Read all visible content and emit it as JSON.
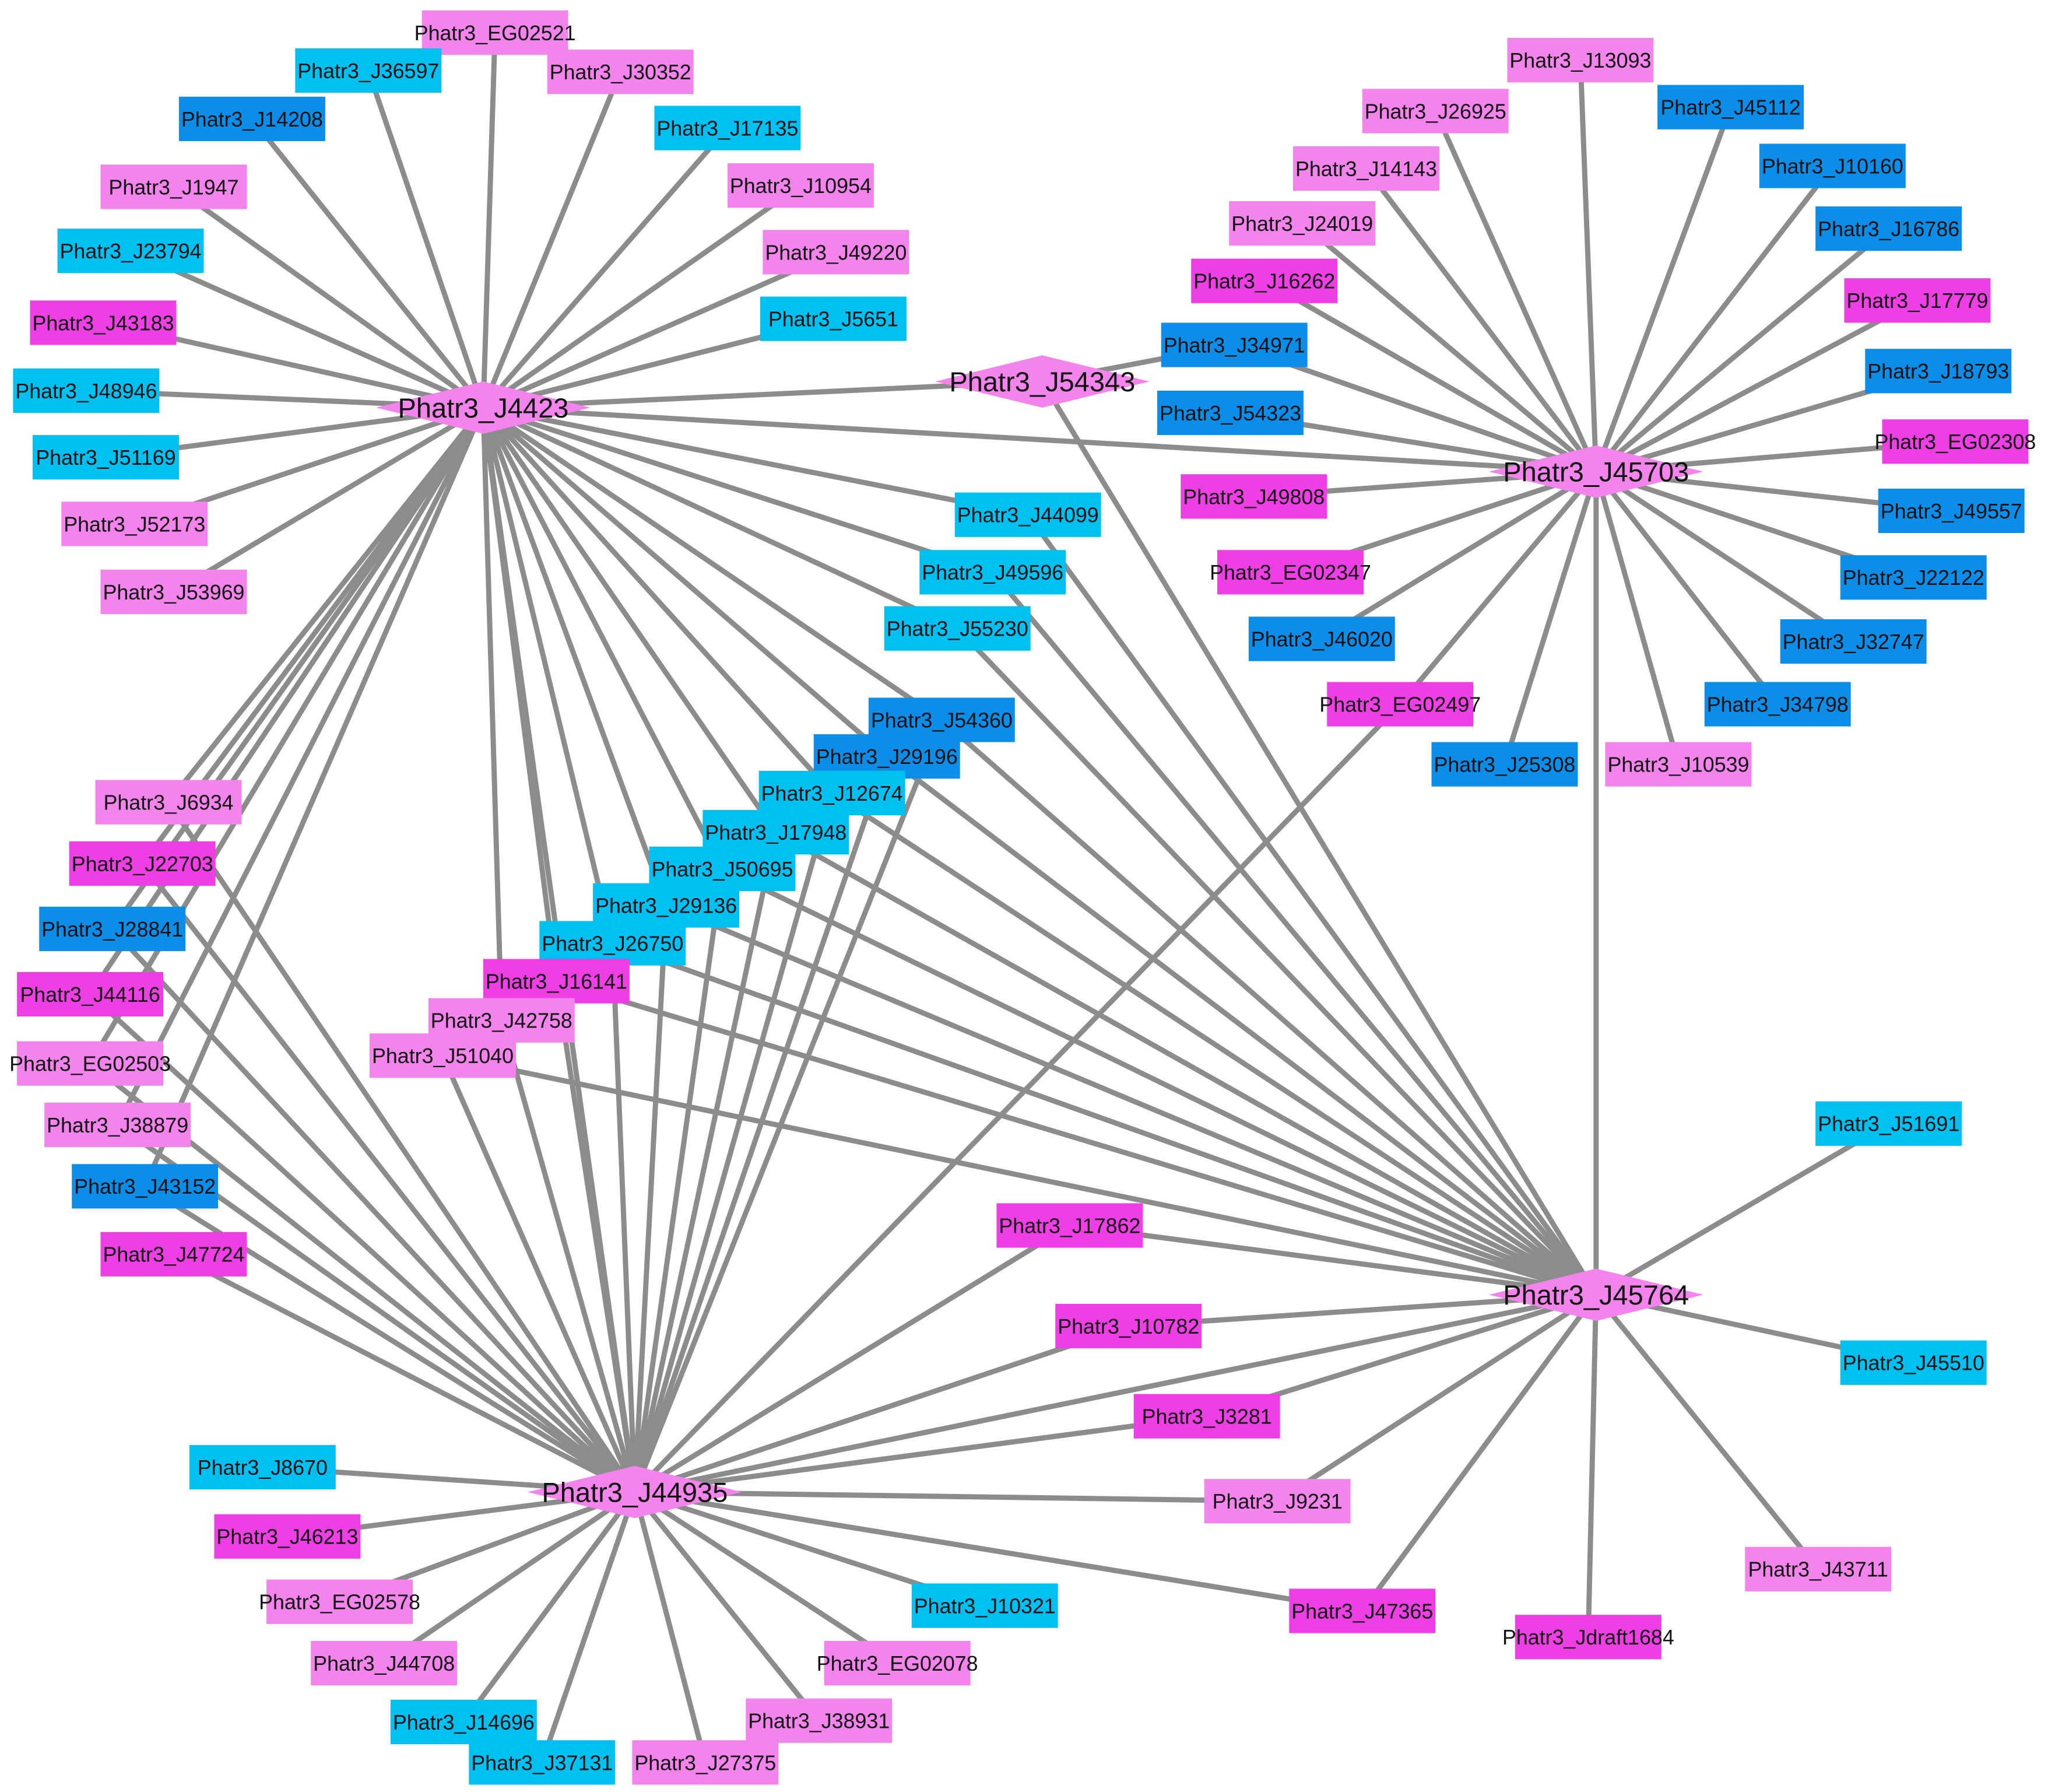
{
  "colors": {
    "edge": "#8c8c8c",
    "hub": "#f284ec",
    "light_pink": "#f284ec",
    "magenta": "#ee3fe4",
    "cyan": "#00c0f2",
    "blue": "#0c8de7"
  },
  "hubs": [
    {
      "id": "Phatr3_J4423"
    },
    {
      "id": "Phatr3_J54343"
    },
    {
      "id": "Phatr3_J45703"
    },
    {
      "id": "Phatr3_J45764"
    },
    {
      "id": "Phatr3_J44935"
    }
  ],
  "nodes": [
    {
      "id": "Phatr3_EG02521",
      "color": "light_pink"
    },
    {
      "id": "Phatr3_J36597",
      "color": "cyan"
    },
    {
      "id": "Phatr3_J30352",
      "color": "light_pink"
    },
    {
      "id": "Phatr3_J14208",
      "color": "blue"
    },
    {
      "id": "Phatr3_J17135",
      "color": "cyan"
    },
    {
      "id": "Phatr3_J1947",
      "color": "light_pink"
    },
    {
      "id": "Phatr3_J10954",
      "color": "light_pink"
    },
    {
      "id": "Phatr3_J23794",
      "color": "cyan"
    },
    {
      "id": "Phatr3_J49220",
      "color": "light_pink"
    },
    {
      "id": "Phatr3_J43183",
      "color": "magenta"
    },
    {
      "id": "Phatr3_J5651",
      "color": "cyan"
    },
    {
      "id": "Phatr3_J48946",
      "color": "cyan"
    },
    {
      "id": "Phatr3_J51169",
      "color": "cyan"
    },
    {
      "id": "Phatr3_J52173",
      "color": "light_pink"
    },
    {
      "id": "Phatr3_J53969",
      "color": "light_pink"
    },
    {
      "id": "Phatr3_J13093",
      "color": "light_pink"
    },
    {
      "id": "Phatr3_J26925",
      "color": "light_pink"
    },
    {
      "id": "Phatr3_J45112",
      "color": "blue"
    },
    {
      "id": "Phatr3_J14143",
      "color": "light_pink"
    },
    {
      "id": "Phatr3_J10160",
      "color": "blue"
    },
    {
      "id": "Phatr3_J24019",
      "color": "light_pink"
    },
    {
      "id": "Phatr3_J16786",
      "color": "blue"
    },
    {
      "id": "Phatr3_J16262",
      "color": "magenta"
    },
    {
      "id": "Phatr3_J17779",
      "color": "magenta"
    },
    {
      "id": "Phatr3_J34971",
      "color": "blue"
    },
    {
      "id": "Phatr3_J18793",
      "color": "blue"
    },
    {
      "id": "Phatr3_J54323",
      "color": "blue"
    },
    {
      "id": "Phatr3_EG02308",
      "color": "magenta"
    },
    {
      "id": "Phatr3_J49808",
      "color": "magenta"
    },
    {
      "id": "Phatr3_J49557",
      "color": "blue"
    },
    {
      "id": "Phatr3_J44099",
      "color": "cyan"
    },
    {
      "id": "Phatr3_EG02347",
      "color": "magenta"
    },
    {
      "id": "Phatr3_J22122",
      "color": "blue"
    },
    {
      "id": "Phatr3_J49596",
      "color": "cyan"
    },
    {
      "id": "Phatr3_J46020",
      "color": "blue"
    },
    {
      "id": "Phatr3_J32747",
      "color": "blue"
    },
    {
      "id": "Phatr3_J55230",
      "color": "cyan"
    },
    {
      "id": "Phatr3_EG02497",
      "color": "magenta"
    },
    {
      "id": "Phatr3_J34798",
      "color": "blue"
    },
    {
      "id": "Phatr3_J54360",
      "color": "blue"
    },
    {
      "id": "Phatr3_J25308",
      "color": "blue"
    },
    {
      "id": "Phatr3_J10539",
      "color": "light_pink"
    },
    {
      "id": "Phatr3_J29196",
      "color": "blue"
    },
    {
      "id": "Phatr3_J12674",
      "color": "cyan"
    },
    {
      "id": "Phatr3_J6934",
      "color": "light_pink"
    },
    {
      "id": "Phatr3_J17948",
      "color": "cyan"
    },
    {
      "id": "Phatr3_J22703",
      "color": "magenta"
    },
    {
      "id": "Phatr3_J50695",
      "color": "cyan"
    },
    {
      "id": "Phatr3_J29136",
      "color": "cyan"
    },
    {
      "id": "Phatr3_J28841",
      "color": "blue"
    },
    {
      "id": "Phatr3_J26750",
      "color": "cyan"
    },
    {
      "id": "Phatr3_J16141",
      "color": "magenta"
    },
    {
      "id": "Phatr3_J44116",
      "color": "magenta"
    },
    {
      "id": "Phatr3_J42758",
      "color": "light_pink"
    },
    {
      "id": "Phatr3_J51040",
      "color": "light_pink"
    },
    {
      "id": "Phatr3_EG02503",
      "color": "light_pink"
    },
    {
      "id": "Phatr3_J38879",
      "color": "light_pink"
    },
    {
      "id": "Phatr3_J51691",
      "color": "cyan"
    },
    {
      "id": "Phatr3_J43152",
      "color": "blue"
    },
    {
      "id": "Phatr3_J17862",
      "color": "magenta"
    },
    {
      "id": "Phatr3_J47724",
      "color": "magenta"
    },
    {
      "id": "Phatr3_J10782",
      "color": "magenta"
    },
    {
      "id": "Phatr3_J45510",
      "color": "cyan"
    },
    {
      "id": "Phatr3_J3281",
      "color": "magenta"
    },
    {
      "id": "Phatr3_J8670",
      "color": "cyan"
    },
    {
      "id": "Phatr3_J9231",
      "color": "light_pink"
    },
    {
      "id": "Phatr3_J46213",
      "color": "magenta"
    },
    {
      "id": "Phatr3_J43711",
      "color": "light_pink"
    },
    {
      "id": "Phatr3_EG02578",
      "color": "light_pink"
    },
    {
      "id": "Phatr3_J10321",
      "color": "cyan"
    },
    {
      "id": "Phatr3_J47365",
      "color": "magenta"
    },
    {
      "id": "Phatr3_J44708",
      "color": "light_pink"
    },
    {
      "id": "Phatr3_Jdraft1684",
      "color": "magenta"
    },
    {
      "id": "Phatr3_EG02078",
      "color": "light_pink"
    },
    {
      "id": "Phatr3_J14696",
      "color": "cyan"
    },
    {
      "id": "Phatr3_J38931",
      "color": "light_pink"
    },
    {
      "id": "Phatr3_J37131",
      "color": "cyan"
    },
    {
      "id": "Phatr3_J27375",
      "color": "light_pink"
    }
  ],
  "edges": [
    [
      "Phatr3_J4423",
      "Phatr3_EG02521"
    ],
    [
      "Phatr3_J4423",
      "Phatr3_J36597"
    ],
    [
      "Phatr3_J4423",
      "Phatr3_J30352"
    ],
    [
      "Phatr3_J4423",
      "Phatr3_J14208"
    ],
    [
      "Phatr3_J4423",
      "Phatr3_J17135"
    ],
    [
      "Phatr3_J4423",
      "Phatr3_J1947"
    ],
    [
      "Phatr3_J4423",
      "Phatr3_J10954"
    ],
    [
      "Phatr3_J4423",
      "Phatr3_J23794"
    ],
    [
      "Phatr3_J4423",
      "Phatr3_J49220"
    ],
    [
      "Phatr3_J4423",
      "Phatr3_J43183"
    ],
    [
      "Phatr3_J4423",
      "Phatr3_J5651"
    ],
    [
      "Phatr3_J4423",
      "Phatr3_J48946"
    ],
    [
      "Phatr3_J4423",
      "Phatr3_J51169"
    ],
    [
      "Phatr3_J4423",
      "Phatr3_J52173"
    ],
    [
      "Phatr3_J4423",
      "Phatr3_J53969"
    ],
    [
      "Phatr3_J4423",
      "Phatr3_J54343"
    ],
    [
      "Phatr3_J4423",
      "Phatr3_J45703"
    ],
    [
      "Phatr3_J4423",
      "Phatr3_J44099"
    ],
    [
      "Phatr3_J4423",
      "Phatr3_J49596"
    ],
    [
      "Phatr3_J4423",
      "Phatr3_J55230"
    ],
    [
      "Phatr3_J4423",
      "Phatr3_J54360"
    ],
    [
      "Phatr3_J4423",
      "Phatr3_J29196"
    ],
    [
      "Phatr3_J4423",
      "Phatr3_J12674"
    ],
    [
      "Phatr3_J4423",
      "Phatr3_J17948"
    ],
    [
      "Phatr3_J4423",
      "Phatr3_J50695"
    ],
    [
      "Phatr3_J4423",
      "Phatr3_J29136"
    ],
    [
      "Phatr3_J4423",
      "Phatr3_J26750"
    ],
    [
      "Phatr3_J4423",
      "Phatr3_J16141"
    ],
    [
      "Phatr3_J4423",
      "Phatr3_J42758"
    ],
    [
      "Phatr3_J4423",
      "Phatr3_J6934"
    ],
    [
      "Phatr3_J4423",
      "Phatr3_J22703"
    ],
    [
      "Phatr3_J4423",
      "Phatr3_J28841"
    ],
    [
      "Phatr3_J4423",
      "Phatr3_J44116"
    ],
    [
      "Phatr3_J4423",
      "Phatr3_EG02503"
    ],
    [
      "Phatr3_J4423",
      "Phatr3_J38879"
    ],
    [
      "Phatr3_J4423",
      "Phatr3_J43152"
    ],
    [
      "Phatr3_J54343",
      "Phatr3_J45764"
    ],
    [
      "Phatr3_J54343",
      "Phatr3_J34971"
    ],
    [
      "Phatr3_J45703",
      "Phatr3_J13093"
    ],
    [
      "Phatr3_J45703",
      "Phatr3_J26925"
    ],
    [
      "Phatr3_J45703",
      "Phatr3_J45112"
    ],
    [
      "Phatr3_J45703",
      "Phatr3_J14143"
    ],
    [
      "Phatr3_J45703",
      "Phatr3_J10160"
    ],
    [
      "Phatr3_J45703",
      "Phatr3_J24019"
    ],
    [
      "Phatr3_J45703",
      "Phatr3_J16786"
    ],
    [
      "Phatr3_J45703",
      "Phatr3_J16262"
    ],
    [
      "Phatr3_J45703",
      "Phatr3_J17779"
    ],
    [
      "Phatr3_J45703",
      "Phatr3_J34971"
    ],
    [
      "Phatr3_J45703",
      "Phatr3_J18793"
    ],
    [
      "Phatr3_J45703",
      "Phatr3_J54323"
    ],
    [
      "Phatr3_J45703",
      "Phatr3_EG02308"
    ],
    [
      "Phatr3_J45703",
      "Phatr3_J49808"
    ],
    [
      "Phatr3_J45703",
      "Phatr3_J49557"
    ],
    [
      "Phatr3_J45703",
      "Phatr3_EG02347"
    ],
    [
      "Phatr3_J45703",
      "Phatr3_J22122"
    ],
    [
      "Phatr3_J45703",
      "Phatr3_J46020"
    ],
    [
      "Phatr3_J45703",
      "Phatr3_J32747"
    ],
    [
      "Phatr3_J45703",
      "Phatr3_EG02497"
    ],
    [
      "Phatr3_J45703",
      "Phatr3_J34798"
    ],
    [
      "Phatr3_J45703",
      "Phatr3_J25308"
    ],
    [
      "Phatr3_J45703",
      "Phatr3_J10539"
    ],
    [
      "Phatr3_J45703",
      "Phatr3_J45764"
    ],
    [
      "Phatr3_J45764",
      "Phatr3_J51691"
    ],
    [
      "Phatr3_J45764",
      "Phatr3_J17862"
    ],
    [
      "Phatr3_J45764",
      "Phatr3_J10782"
    ],
    [
      "Phatr3_J45764",
      "Phatr3_J45510"
    ],
    [
      "Phatr3_J45764",
      "Phatr3_J3281"
    ],
    [
      "Phatr3_J45764",
      "Phatr3_J9231"
    ],
    [
      "Phatr3_J45764",
      "Phatr3_J43711"
    ],
    [
      "Phatr3_J45764",
      "Phatr3_J47365"
    ],
    [
      "Phatr3_J45764",
      "Phatr3_Jdraft1684"
    ],
    [
      "Phatr3_J45764",
      "Phatr3_J44099"
    ],
    [
      "Phatr3_J45764",
      "Phatr3_J49596"
    ],
    [
      "Phatr3_J45764",
      "Phatr3_J55230"
    ],
    [
      "Phatr3_J45764",
      "Phatr3_J54360"
    ],
    [
      "Phatr3_J45764",
      "Phatr3_J29196"
    ],
    [
      "Phatr3_J45764",
      "Phatr3_J12674"
    ],
    [
      "Phatr3_J45764",
      "Phatr3_J17948"
    ],
    [
      "Phatr3_J45764",
      "Phatr3_J50695"
    ],
    [
      "Phatr3_J45764",
      "Phatr3_J29136"
    ],
    [
      "Phatr3_J45764",
      "Phatr3_J26750"
    ],
    [
      "Phatr3_J45764",
      "Phatr3_J16141"
    ],
    [
      "Phatr3_J45764",
      "Phatr3_J51040"
    ],
    [
      "Phatr3_J44935",
      "Phatr3_J4423"
    ],
    [
      "Phatr3_J44935",
      "Phatr3_J45764"
    ],
    [
      "Phatr3_J44935",
      "Phatr3_EG02497"
    ],
    [
      "Phatr3_J44935",
      "Phatr3_J8670"
    ],
    [
      "Phatr3_J44935",
      "Phatr3_J46213"
    ],
    [
      "Phatr3_J44935",
      "Phatr3_EG02578"
    ],
    [
      "Phatr3_J44935",
      "Phatr3_J44708"
    ],
    [
      "Phatr3_J44935",
      "Phatr3_J14696"
    ],
    [
      "Phatr3_J44935",
      "Phatr3_J37131"
    ],
    [
      "Phatr3_J44935",
      "Phatr3_J27375"
    ],
    [
      "Phatr3_J44935",
      "Phatr3_J38931"
    ],
    [
      "Phatr3_J44935",
      "Phatr3_EG02078"
    ],
    [
      "Phatr3_J44935",
      "Phatr3_J10321"
    ],
    [
      "Phatr3_J44935",
      "Phatr3_J47365"
    ],
    [
      "Phatr3_J44935",
      "Phatr3_J9231"
    ],
    [
      "Phatr3_J44935",
      "Phatr3_J3281"
    ],
    [
      "Phatr3_J44935",
      "Phatr3_J10782"
    ],
    [
      "Phatr3_J44935",
      "Phatr3_J17862"
    ],
    [
      "Phatr3_J44935",
      "Phatr3_J47724"
    ],
    [
      "Phatr3_J44935",
      "Phatr3_J43152"
    ],
    [
      "Phatr3_J44935",
      "Phatr3_J38879"
    ],
    [
      "Phatr3_J44935",
      "Phatr3_EG02503"
    ],
    [
      "Phatr3_J44935",
      "Phatr3_J44116"
    ],
    [
      "Phatr3_J44935",
      "Phatr3_J28841"
    ],
    [
      "Phatr3_J44935",
      "Phatr3_J22703"
    ],
    [
      "Phatr3_J44935",
      "Phatr3_J6934"
    ],
    [
      "Phatr3_J44935",
      "Phatr3_J51040"
    ],
    [
      "Phatr3_J44935",
      "Phatr3_J42758"
    ],
    [
      "Phatr3_J44935",
      "Phatr3_J16141"
    ],
    [
      "Phatr3_J44935",
      "Phatr3_J26750"
    ],
    [
      "Phatr3_J44935",
      "Phatr3_J29136"
    ],
    [
      "Phatr3_J44935",
      "Phatr3_J50695"
    ],
    [
      "Phatr3_J44935",
      "Phatr3_J17948"
    ],
    [
      "Phatr3_J44935",
      "Phatr3_J12674"
    ],
    [
      "Phatr3_J44935",
      "Phatr3_J29196"
    ],
    [
      "Phatr3_J44935",
      "Phatr3_J54360"
    ]
  ]
}
